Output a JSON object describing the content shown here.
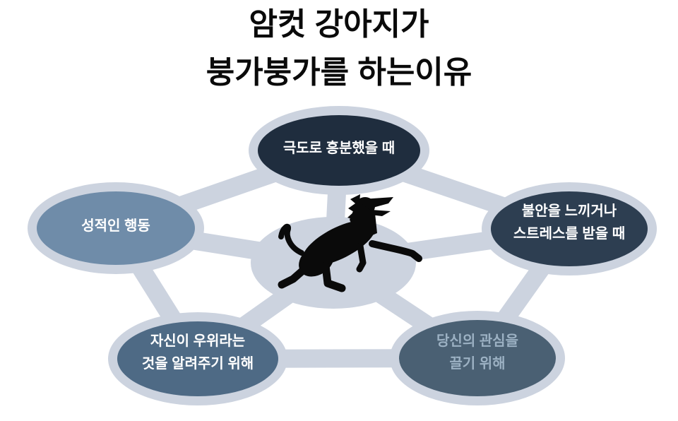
{
  "title": {
    "line1": "암컷 강아지가",
    "line2": "붕가붕가를 하는이유"
  },
  "colors": {
    "background": "#ffffff",
    "band": "#ccd3df",
    "title_text": "#0a0a0a",
    "dog": "#0a0a0a",
    "node_top": "#1f2d3e",
    "node_right": "#2d3e51",
    "node_left": "#6f8ca9",
    "node_bottom_left": "#4e6a85",
    "node_bottom_right": "#4a6073",
    "bottom_right_text": "#9cb1c3"
  },
  "center_icon": "jumping-dog-silhouette",
  "nodes": {
    "top": {
      "lines": [
        "극도로 흥분했을 때"
      ],
      "fill": "#1f2d3e",
      "text_color": "#ffffff"
    },
    "right": {
      "lines": [
        "불안을 느끼거나",
        "스트레스를 받을 때"
      ],
      "fill": "#2d3e51",
      "text_color": "#ffffff"
    },
    "left": {
      "lines": [
        "성적인 행동"
      ],
      "fill": "#6f8ca9",
      "text_color": "#ffffff"
    },
    "bottom_left": {
      "lines": [
        "자신이 우위라는",
        "것을 알려주기 위해"
      ],
      "fill": "#4e6a85",
      "text_color": "#ffffff"
    },
    "bottom_right": {
      "lines": [
        "당신의 관심을",
        "끌기 위해"
      ],
      "fill": "#4a6073",
      "text_color": "#9cb1c3"
    }
  }
}
